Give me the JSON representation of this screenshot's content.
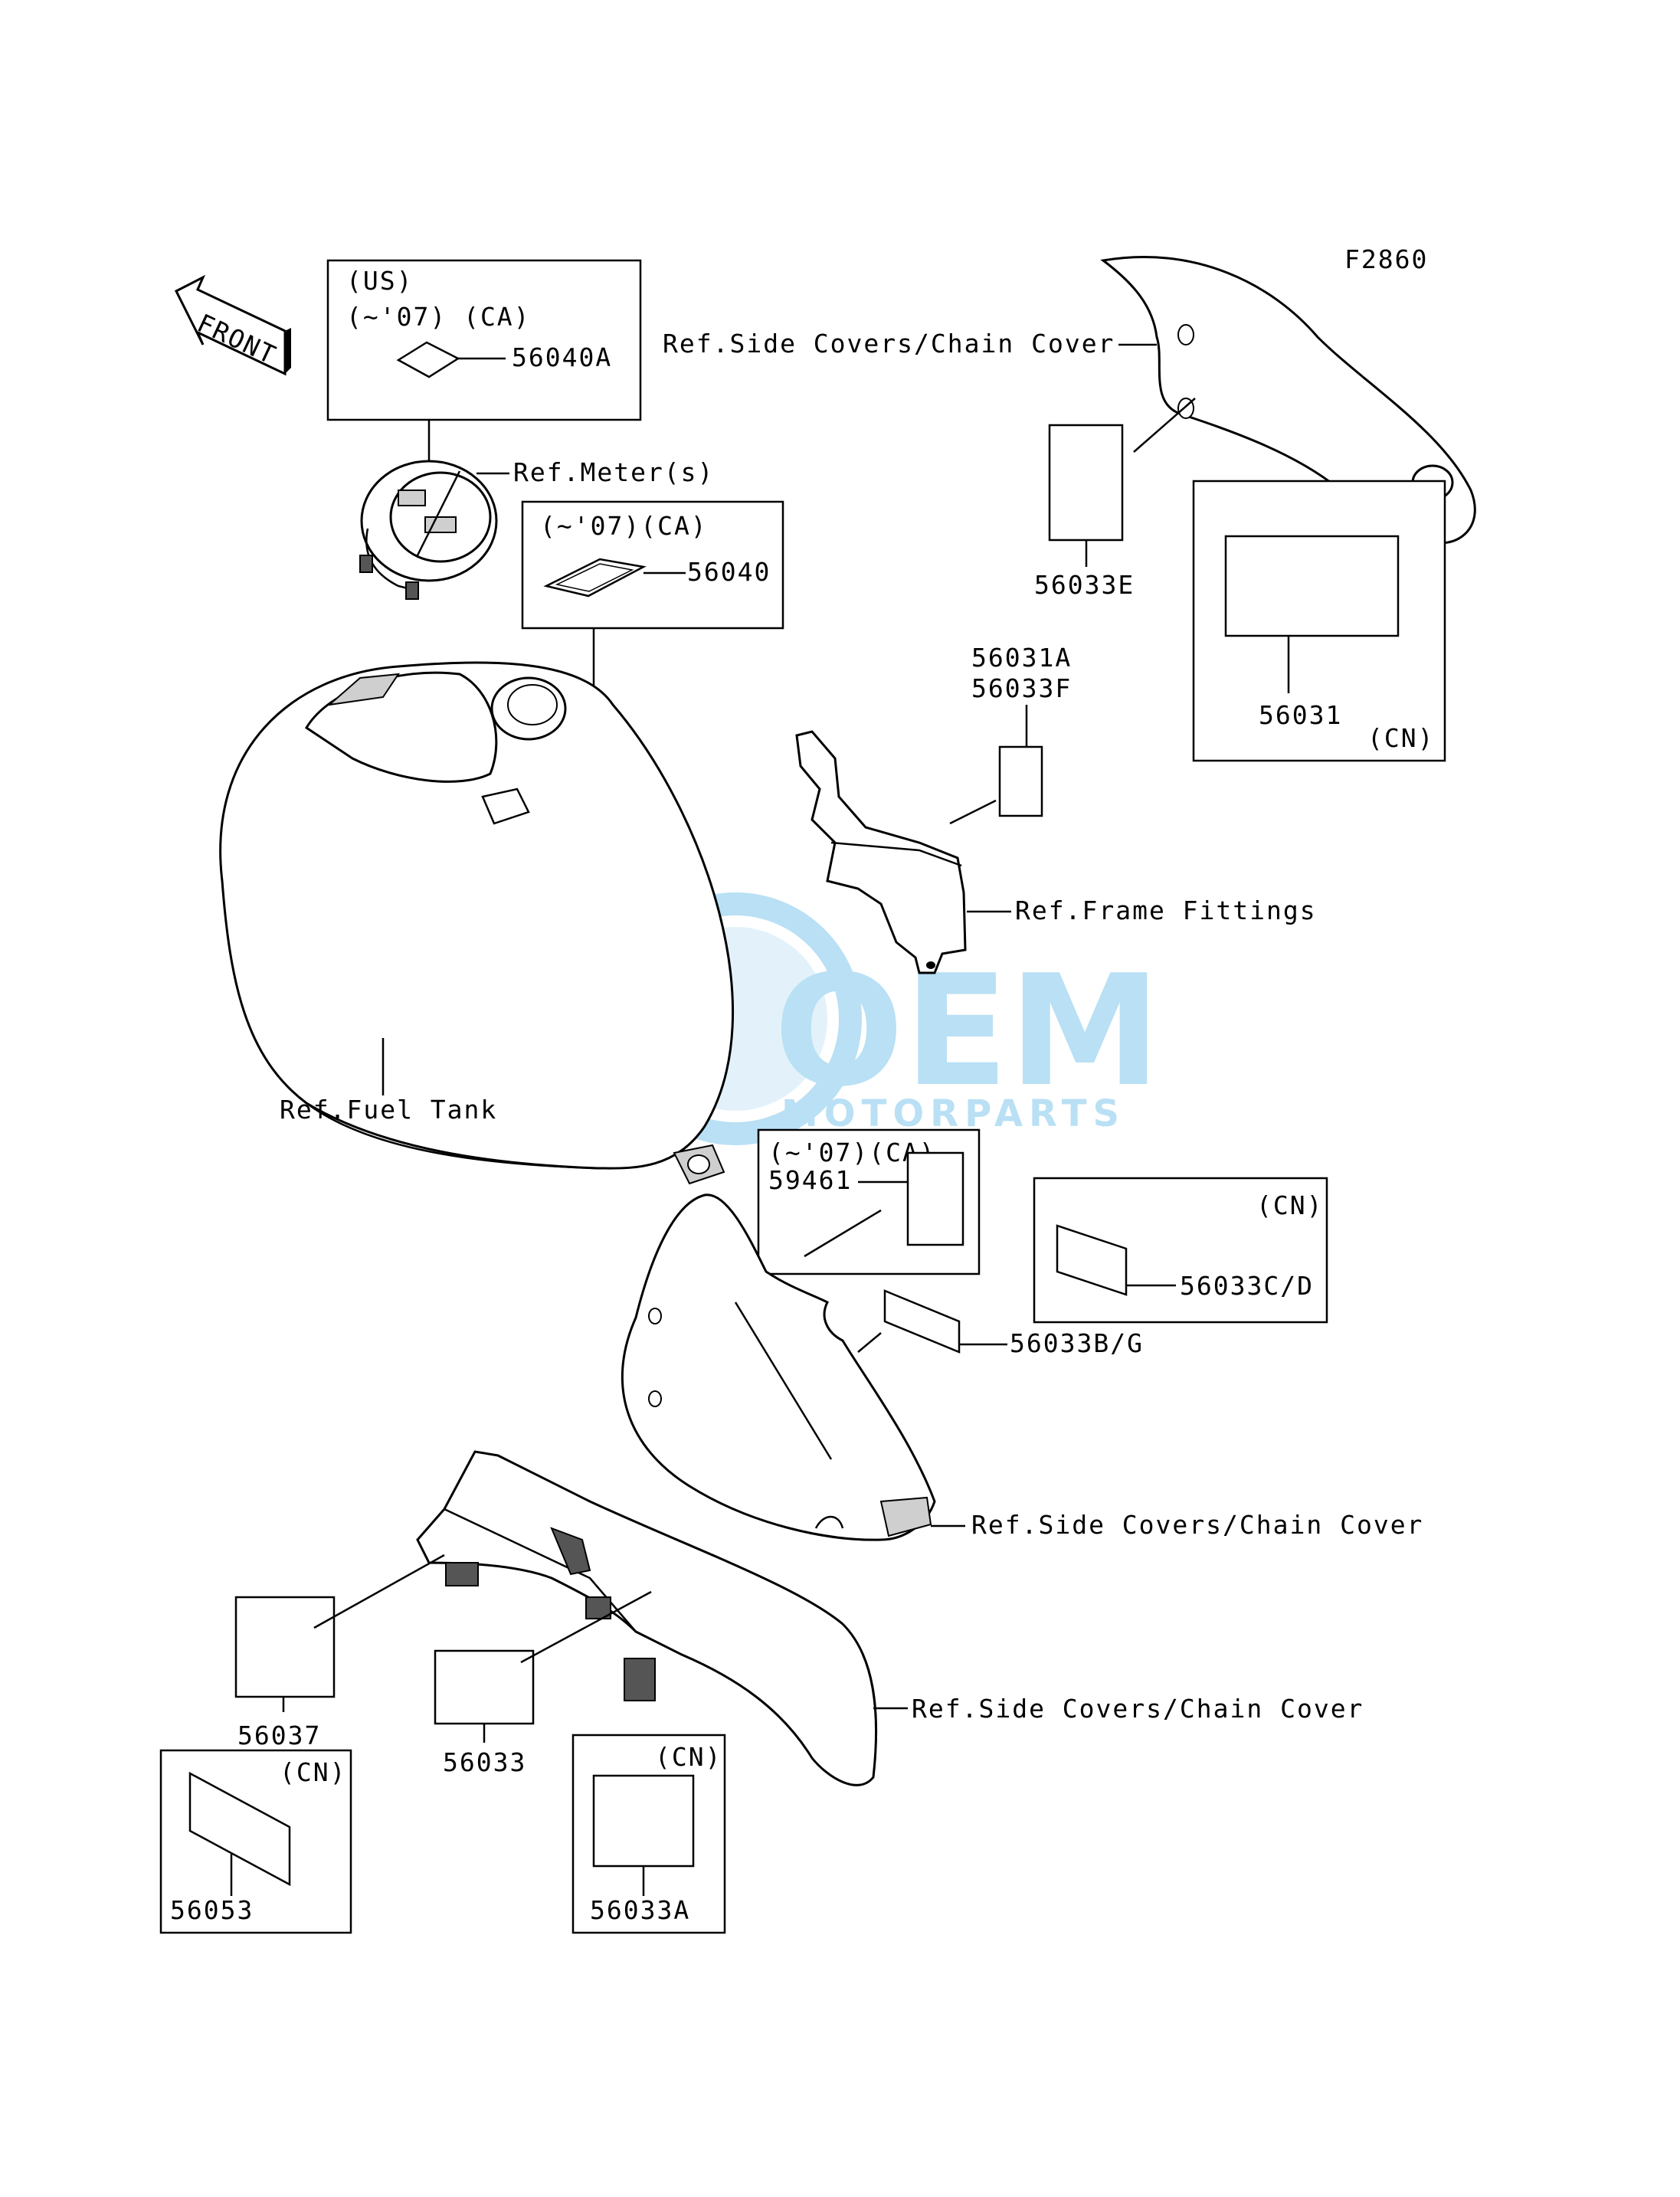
{
  "figure_code": "F2860",
  "front_arrow": {
    "label": "FRONT",
    "icon": "front-arrow-icon"
  },
  "watermark": {
    "brand": "OEM",
    "sub": "MOTORPARTS",
    "color": "#3aa7e0"
  },
  "boxes": {
    "us_ca": {
      "line1": "(US)",
      "line2": "(~'07) (CA)",
      "part": "56040A"
    },
    "ca_56040": {
      "line1": "(~'07)(CA)",
      "part": "56040"
    },
    "ca_59461": {
      "line1": "(~'07)(CA)",
      "part": "59461"
    },
    "cn_56031": {
      "region": "(CN)",
      "part": "56031"
    },
    "cn_56033cd": {
      "region": "(CN)",
      "part": "56033C/D"
    },
    "cn_56053": {
      "region": "(CN)",
      "part": "56053"
    },
    "cn_56033a": {
      "region": "(CN)",
      "part": "56033A"
    }
  },
  "parts": {
    "p56033E": "56033E",
    "p56031A": "56031A",
    "p56033F": "56033F",
    "p56033BG": "56033B/G",
    "p56037": "56037",
    "p56033": "56033"
  },
  "refs": {
    "side_covers_top": "Ref.Side Covers/Chain Cover",
    "meter": "Ref.Meter(s)",
    "frame_fittings": "Ref.Frame Fittings",
    "fuel_tank": "Ref.Fuel Tank",
    "side_covers_mid": "Ref.Side Covers/Chain Cover",
    "side_covers_bottom": "Ref.Side Covers/Chain Cover"
  }
}
